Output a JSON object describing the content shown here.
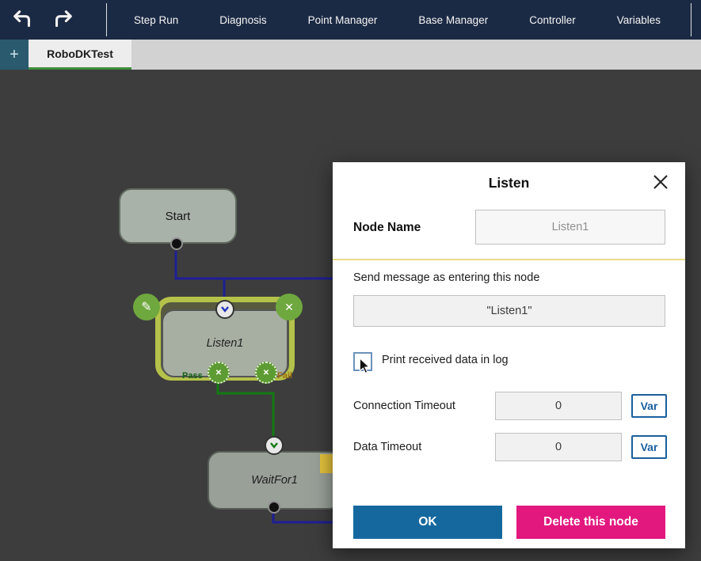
{
  "topbar": {
    "menu": [
      "Step Run",
      "Diagnosis",
      "Point Manager",
      "Base Manager",
      "Controller",
      "Variables"
    ]
  },
  "tabs": {
    "add_label": "+",
    "active_tab": "RoboDKTest"
  },
  "canvas": {
    "start_node": {
      "label": "Start"
    },
    "listen_node": {
      "label": "Listen1",
      "pass_label": "Pass",
      "fail_label": "Fail"
    },
    "wait_node": {
      "label": "WaitFor1"
    }
  },
  "icons": {
    "pencil": "✎",
    "x_mark": "✕"
  },
  "dialog": {
    "title": "Listen",
    "node_name": {
      "label": "Node Name",
      "value": "Listen1"
    },
    "send_message": {
      "label": "Send message as entering this node",
      "value": "\"Listen1\""
    },
    "print_checkbox": {
      "label": "Print received data in log",
      "checked": false
    },
    "connection_timeout": {
      "label": "Connection Timeout",
      "value": "0",
      "var_label": "Var"
    },
    "data_timeout": {
      "label": "Data Timeout",
      "value": "0",
      "var_label": "Var"
    },
    "buttons": {
      "ok": "OK",
      "delete": "Delete this node"
    }
  },
  "colors": {
    "topbar_bg": "#1b2a44",
    "accent_blue": "#15689E",
    "accent_pink": "#E2187E",
    "selection_green": "#B4C24A",
    "tab_underline": "#3E8E3E",
    "wire_blue": "#1E1E96",
    "wire_green": "#127A12"
  }
}
